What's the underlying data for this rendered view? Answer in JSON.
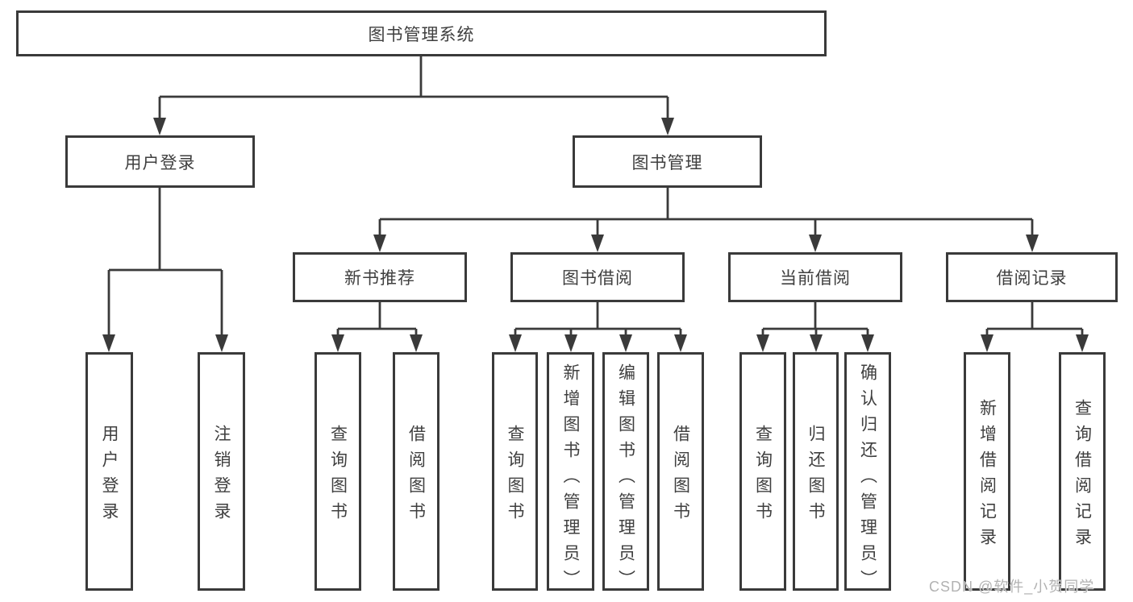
{
  "tree": {
    "label": "图书管理系统",
    "children": [
      {
        "label": "用户登录",
        "children": [
          {
            "label": "用户登录"
          },
          {
            "label": "注销登录"
          }
        ]
      },
      {
        "label": "图书管理",
        "children": [
          {
            "label": "新书推荐",
            "children": [
              {
                "label": "查询图书"
              },
              {
                "label": "借阅图书"
              }
            ]
          },
          {
            "label": "图书借阅",
            "children": [
              {
                "label": "查询图书"
              },
              {
                "label": "新增图书（管理员）"
              },
              {
                "label": "编辑图书（管理员）"
              },
              {
                "label": "借阅图书"
              }
            ]
          },
          {
            "label": "当前借阅",
            "children": [
              {
                "label": "查询图书"
              },
              {
                "label": "归还图书"
              },
              {
                "label": "确认归还（管理员）"
              }
            ]
          },
          {
            "label": "借阅记录",
            "children": [
              {
                "label": "新增借阅记录"
              },
              {
                "label": "查询借阅记录"
              }
            ]
          }
        ]
      }
    ]
  },
  "watermark": "CSDN @软件_小贺同学",
  "colors": {
    "line": "#3a3a3a",
    "text": "#3f3f3f",
    "watermark": "#b2b2b2",
    "background": "#ffffff"
  }
}
